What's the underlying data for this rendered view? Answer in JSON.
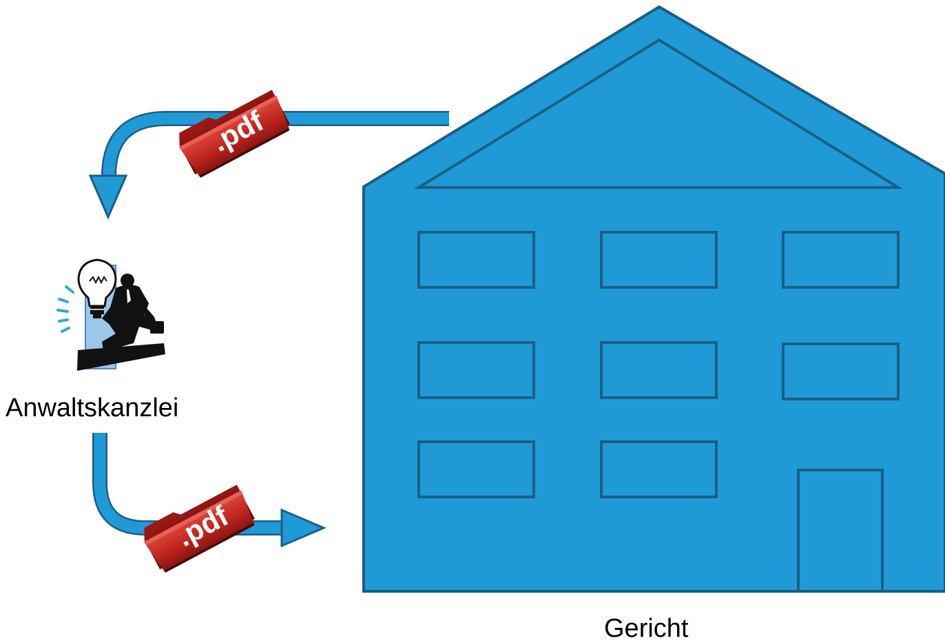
{
  "labels": {
    "law_firm": "Anwaltskanzlei",
    "court": "Gericht"
  },
  "documents": {
    "top_file_label": ".pdf",
    "bottom_file_label": ".pdf"
  },
  "colors": {
    "building_fill": "#1f9ad6",
    "building_stroke": "#1a5f85",
    "arrow_fill": "#1f9ad6",
    "arrow_stroke": "#1a5f85",
    "pdf_red": "#c0271e",
    "pdf_dark_red": "#7a0f0d"
  },
  "icons": {
    "law_firm": "businessman-with-lightbulb-icon",
    "document": "pdf-folder-icon",
    "court": "court-building-icon"
  }
}
